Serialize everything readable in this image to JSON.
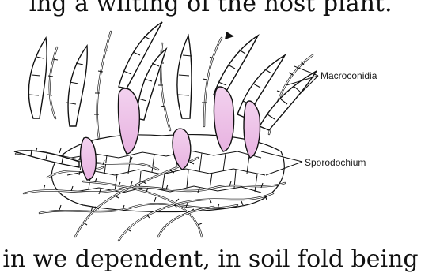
{
  "captions": {
    "top": "ing a wilting of the host plant.",
    "bottom": "in we dependent, in soil fold being"
  },
  "figure": {
    "labels": {
      "macroconidia": "Macroconidia",
      "sporodochium": "Sporodochium"
    },
    "colors": {
      "phialide_fill": "#e7b2e0",
      "outline": "#111111",
      "background": "#ffffff"
    }
  }
}
